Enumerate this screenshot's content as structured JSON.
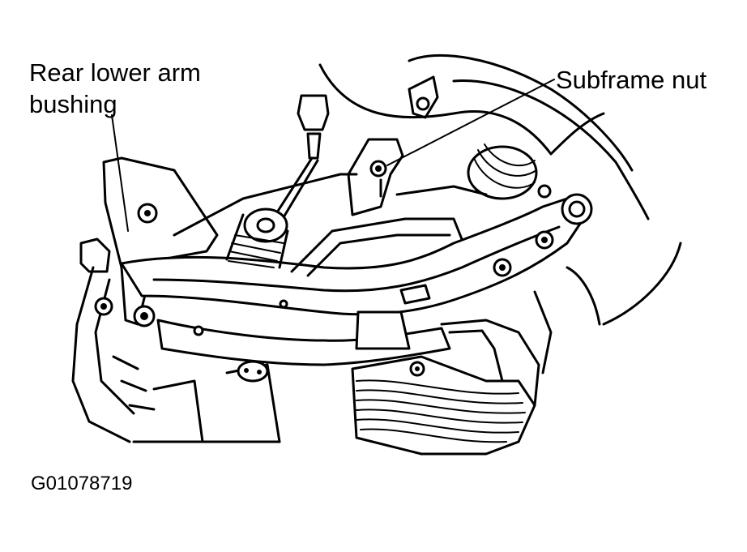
{
  "labels": {
    "rear_lower_arm_bushing_line1": "Rear lower arm",
    "rear_lower_arm_bushing_line2": "bushing",
    "subframe_nut": "Subframe nut"
  },
  "figure_code": "G01078719",
  "colors": {
    "ink": "#000000",
    "paper": "#ffffff"
  }
}
